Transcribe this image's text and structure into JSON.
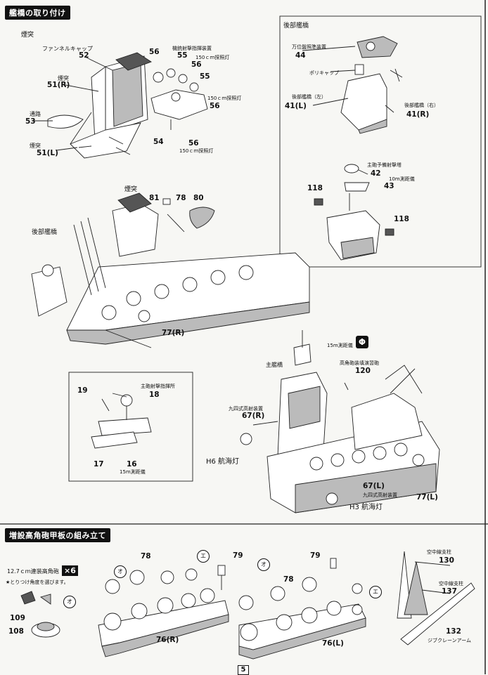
{
  "sections": {
    "bridge_attach": "艦橋の取り付け",
    "aa_deck": "増設高角砲甲板の組み立て"
  },
  "page_number": "5",
  "funnel_group": {
    "title": "煙突",
    "funnel_cap_label": "ファンネルキャップ",
    "funnel_cap_num": "52",
    "funnel_r_label": "煙突",
    "funnel_r_num": "51(R)",
    "walkway_label": "通路",
    "walkway_num": "53",
    "funnel_l_label": "煙突",
    "funnel_l_num": "51(L)",
    "mg_director_label": "機銃射撃指揮装置",
    "n55a": "55",
    "searchlight_label_1": "150ｃｍ探照灯",
    "n56a": "56",
    "n56b": "56",
    "n55b": "55",
    "searchlight_label_2": "150ｃｍ探照灯",
    "n56c": "56",
    "n54": "54",
    "n56d": "56",
    "searchlight_label_3": "150ｃｍ探照灯"
  },
  "aft_bridge": {
    "title": "後部艦橋",
    "azimuth_label": "万位盤照準装置",
    "n44": "44",
    "polycap_label": "ポリキャップ",
    "aft_l_label": "後部艦橋（左）",
    "n41l": "41(L)",
    "aft_r_label": "後部艦橋（右）",
    "n41r": "41(R)",
    "spare_director_label": "主砲予備射撃塔",
    "n42": "42",
    "rangefinder_label": "10m測距儀",
    "n43": "43",
    "n118a": "118",
    "n118b": "118"
  },
  "middle": {
    "funnel_label": "煙突",
    "n81": "81",
    "n78": "78",
    "n80": "80",
    "aft_bridge_label": "後部艦橋",
    "n77r": "77(R)"
  },
  "inset": {
    "director_label": "主砲射撃指揮所",
    "n19": "19",
    "n18": "18",
    "n17": "17",
    "n16": "16",
    "rangefinder_label": "15m測距儀"
  },
  "main_bridge": {
    "rangefinder_label": "15m測距儀",
    "badge": "Φ",
    "main_bridge_label": "主艦橋",
    "aa_director_label": "高角砲装填演習砲",
    "n120": "120",
    "hafc_label_r": "九四式高射装置",
    "n67r": "67(R)",
    "nav_light_r": "H6 航海灯",
    "n67l": "67(L)",
    "hafc_label_l": "九四式高射装置",
    "n77l": "77(L)",
    "nav_light_l": "H3 航海灯"
  },
  "aa_deck": {
    "gun_label": "12.7ｃｍ連装高角砲",
    "multiplier": "×6",
    "note": "★とりつけ角度を選びます。",
    "circ_o": "オ",
    "circ_e": "エ",
    "n109": "109",
    "n108": "108",
    "n78a": "78",
    "n79a": "79",
    "n76r": "76(R)",
    "n79b": "79",
    "n78b": "78",
    "n76l": "76(L)",
    "post_label": "空中線支柱",
    "n130": "130",
    "post_label_2": "空中線支柱",
    "n137": "137",
    "n132": "132",
    "crane_label": "ジブクレーンアーム"
  }
}
